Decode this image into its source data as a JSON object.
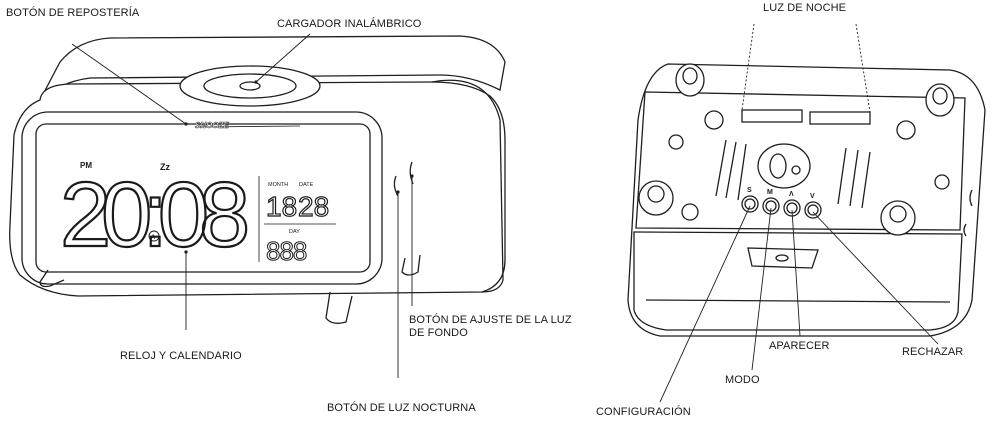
{
  "labels": {
    "snooze_button": "BOTÓN DE REPOSTERÍA",
    "wireless_charger": "CARGADOR INALÁMBRICO",
    "clock_calendar": "RELOJ Y CALENDARIO",
    "backlight_button": "BOTÓN DE AJUSTE DE LA LUZ DE FONDO",
    "night_light_button": "BOTÓN DE LUZ NOCTURNA",
    "night_light": "LUZ DE NOCHE",
    "settings": "CONFIGURACIÓN",
    "mode": "MODO",
    "up": "APARECER",
    "down": "RECHAZAR"
  },
  "display": {
    "pm": "PM",
    "time": "20:08",
    "zz": "Zz",
    "month_label": "MONTH",
    "date_label": "DATE",
    "month": "18",
    "date": "28",
    "day_label": "DAY",
    "day": "888",
    "snooze_text": "SNOOZE",
    "alarm_symbol": "A"
  },
  "bottom_buttons": {
    "s": "S",
    "m": "M",
    "up": "Λ",
    "down": "V"
  },
  "colors": {
    "ink": "#1a1a1a",
    "line": "#333333",
    "paper": "#ffffff"
  }
}
